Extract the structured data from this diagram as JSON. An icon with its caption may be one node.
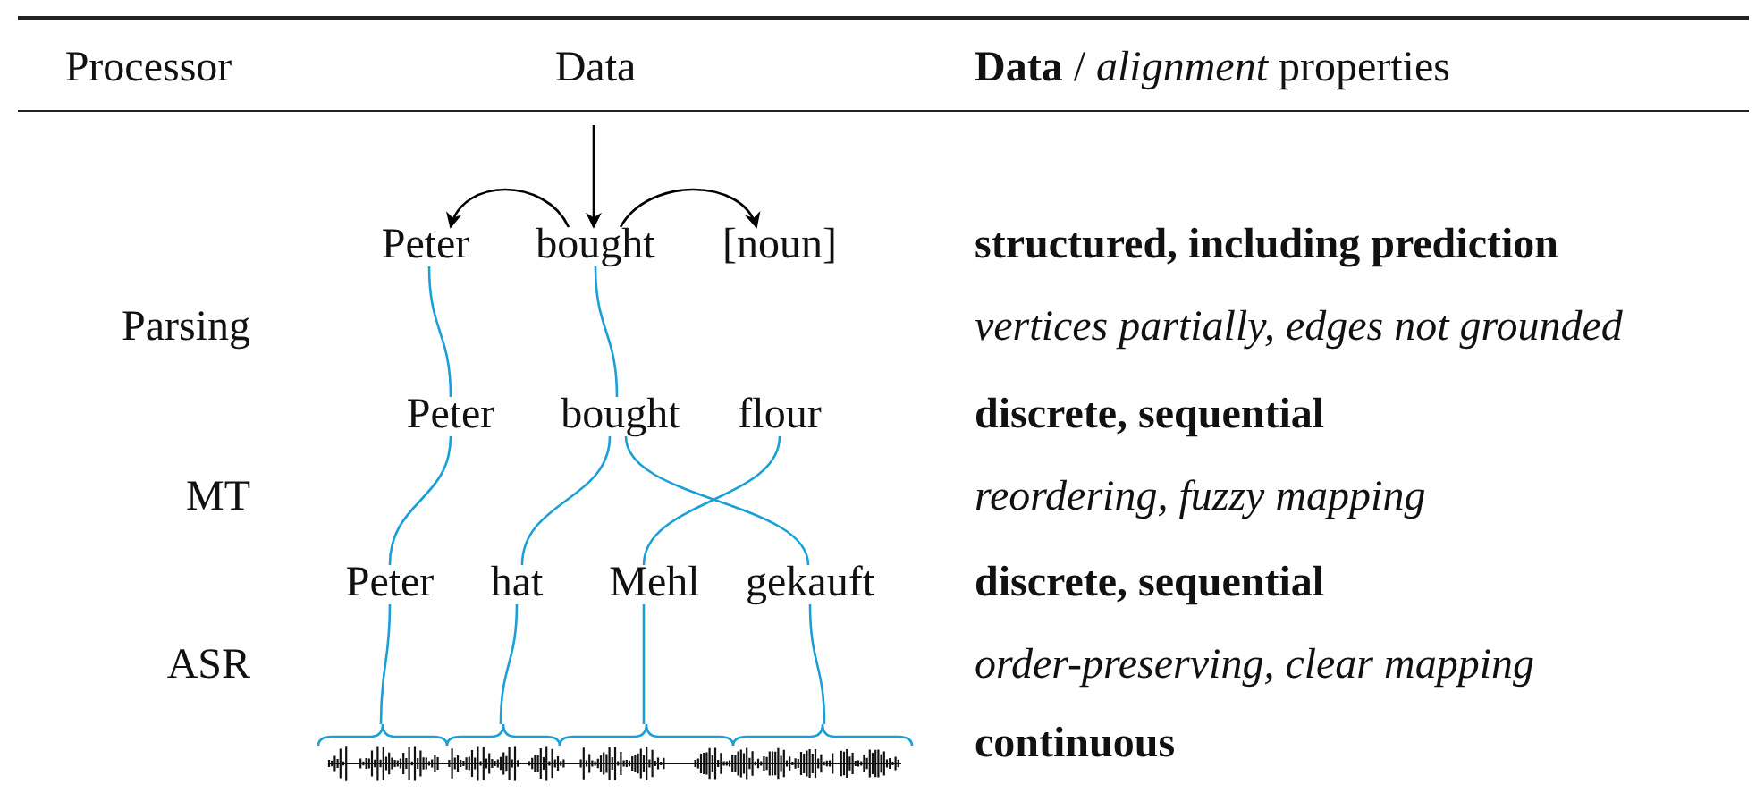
{
  "diagram": {
    "nodes": [
      {
        "text": [
          "Peter"
        ]
      },
      {
        "text": [
          "bought"
        ]
      },
      {
        "text": [
          "[noun]"
        ]
      },
      {
        "text": [
          "Peter"
        ]
      },
      {
        "text": [
          "bought"
        ]
      },
      {
        "text": [
          "flour"
        ]
      },
      {
        "text": [
          "Peter"
        ]
      },
      {
        "text": [
          "hat"
        ]
      },
      {
        "text": [
          "Mehl"
        ]
      },
      {
        "text": [
          "gekauft"
        ]
      },
      {
        "text": [],
        "shape": "picture"
      }
    ],
    "edges": [
      {
        "from": null,
        "to": 1,
        "arrow": "to",
        "color": "#000000"
      },
      {
        "from": 1,
        "to": 0,
        "arrow": "to",
        "color": "#000000"
      },
      {
        "from": 1,
        "to": 2,
        "arrow": "to",
        "color": "#000000"
      },
      {
        "from": 0,
        "to": 3,
        "arrow": "none"
      },
      {
        "from": 1,
        "to": 4,
        "arrow": "none"
      },
      {
        "from": 3,
        "to": 6,
        "arrow": "none"
      },
      {
        "from": 4,
        "to": 7,
        "arrow": "none"
      },
      {
        "from": 4,
        "to": 9,
        "arrow": "none"
      },
      {
        "from": 5,
        "to": 8,
        "arrow": "none"
      },
      {
        "from": 6,
        "to": 10,
        "arrow": "none"
      },
      {
        "from": 7,
        "to": 10,
        "arrow": "none"
      },
      {
        "from": 8,
        "to": 10,
        "arrow": "none"
      },
      {
        "from": 9,
        "to": 10,
        "arrow": "none"
      }
    ],
    "labels": [
      "Processor",
      "Data",
      "**Data** / *alignment* properties",
      "structured, including prediction",
      "Parsing",
      "vertices partially, edges not grounded",
      "discrete, sequential",
      "MT",
      "reordering, fuzzy mapping",
      "discrete, sequential",
      "ASR",
      "order-preserving, clear mapping",
      "continuous"
    ]
  }
}
